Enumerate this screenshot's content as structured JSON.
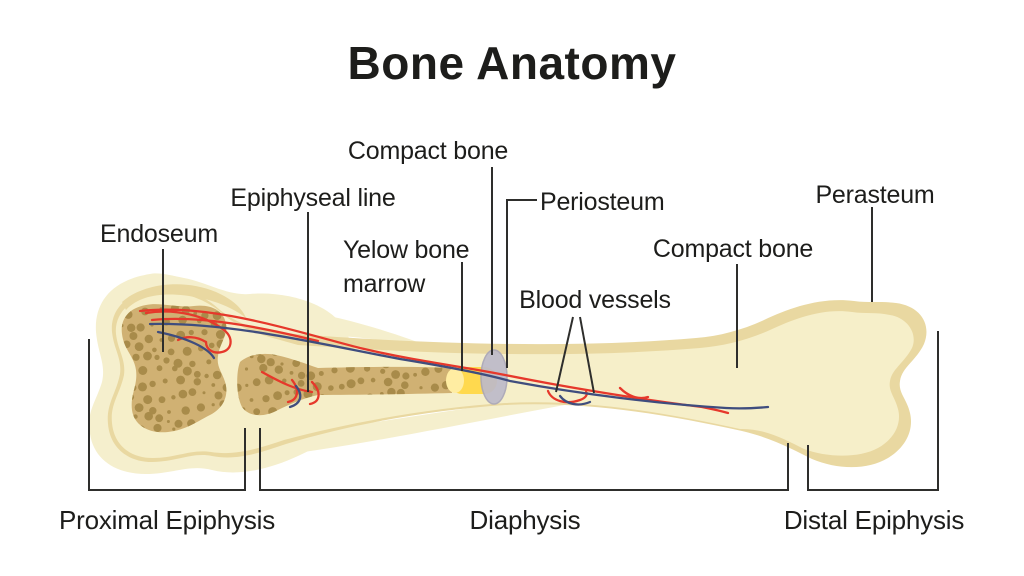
{
  "title": "Bone Anatomy",
  "callouts": {
    "compact_bone_top": "Compact bone",
    "epiphyseal_line": "Epiphyseal line",
    "endoseum": "Endoseum",
    "yellow_bone_marrow_line1": "Yelow bone",
    "yellow_bone_marrow_line2": "marrow",
    "periosteum": "Periosteum",
    "blood_vessels": "Blood vessels",
    "compact_bone_right": "Compact bone",
    "perasteum": "Perasteum"
  },
  "regions": {
    "proximal_epiphysis": "Proximal Epiphysis",
    "diaphysis": "Diaphysis",
    "distal_epiphysis": "Distal Epiphysis"
  },
  "colors": {
    "background": "#ffffff",
    "text": "#1d1d1b",
    "line": "#2e2e2c",
    "halo": "#f5efcd",
    "compact_band": "#e9d8a1",
    "inner_fill": "#f6efc9",
    "spongy": "#d0b173",
    "spongy_dots": "#a88b4a",
    "marrow": "#ffd94e",
    "marrow_light": "#ffeda2",
    "periosteum_disc": "#bdbac9",
    "periosteum_disc_border": "#a9a6b8",
    "vessel_red": "#e6382b",
    "vessel_blue": "#3f4d7e"
  }
}
